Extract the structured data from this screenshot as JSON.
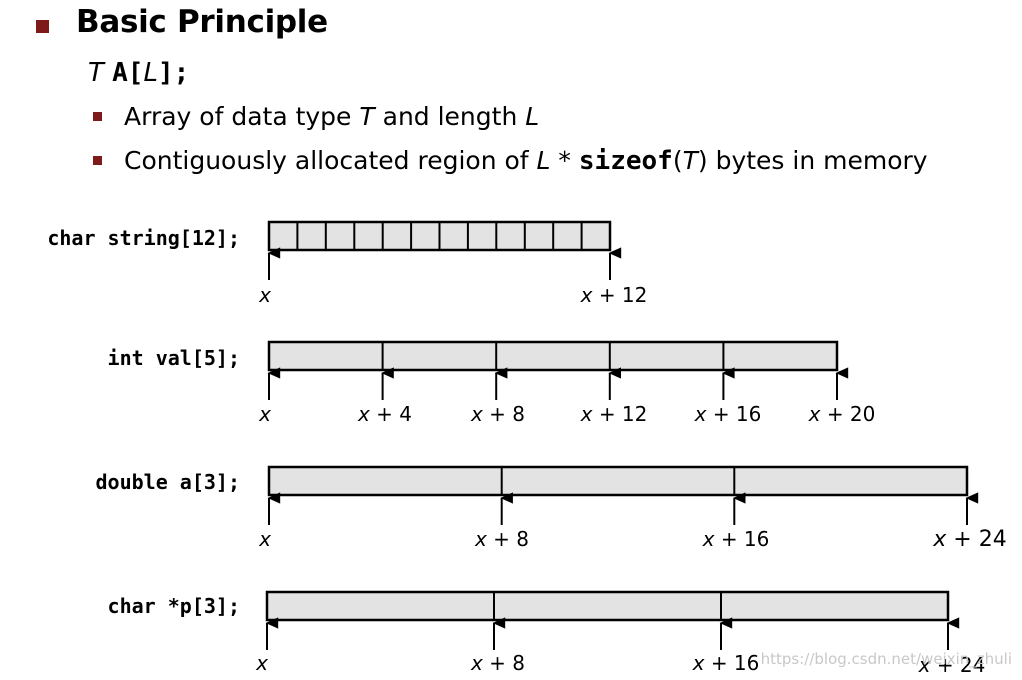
{
  "heading": {
    "title": "Basic Principle"
  },
  "declaration": {
    "type": "T",
    "name": "A[",
    "length": "L",
    "close": "];"
  },
  "bullets": [
    {
      "pre": "Array of data type ",
      "t": "T",
      "mid": " and length ",
      "l": "L"
    },
    {
      "pre": "Contiguously allocated region of ",
      "l": "L",
      "star": " * ",
      "code": "sizeof",
      "open": "(",
      "t": "T",
      "close": ")",
      "post": " bytes in memory"
    }
  ],
  "arrays": [
    {
      "decl": "char string[12];",
      "labels": [
        {
          "x": "x",
          "n": ""
        },
        {
          "x": "x",
          "n": " + 12"
        }
      ]
    },
    {
      "decl": "int val[5];",
      "labels": [
        {
          "x": "x",
          "n": ""
        },
        {
          "x": "x",
          "n": " + 4"
        },
        {
          "x": "x",
          "n": " + 8"
        },
        {
          "x": "x",
          "n": " + 12"
        },
        {
          "x": "x",
          "n": " + 16"
        },
        {
          "x": "x",
          "n": " + 20"
        }
      ]
    },
    {
      "decl": "double a[3];",
      "labels": [
        {
          "x": "x",
          "n": ""
        },
        {
          "x": "x",
          "n": " + 8"
        },
        {
          "x": "x",
          "n": " + 16"
        },
        {
          "x": "x",
          "n": " + 24"
        }
      ]
    },
    {
      "decl": "char *p[3];",
      "labels": [
        {
          "x": "x",
          "n": ""
        },
        {
          "x": "x",
          "n": " + 8"
        },
        {
          "x": "x",
          "n": " + 16"
        },
        {
          "x": "x",
          "n": " + 24"
        }
      ]
    }
  ],
  "colors": {
    "bullet": "#7f1a1a",
    "cell_fill": "#e3e3e3"
  },
  "watermark": "https://blog.csdn.net/weixin_zhuli"
}
